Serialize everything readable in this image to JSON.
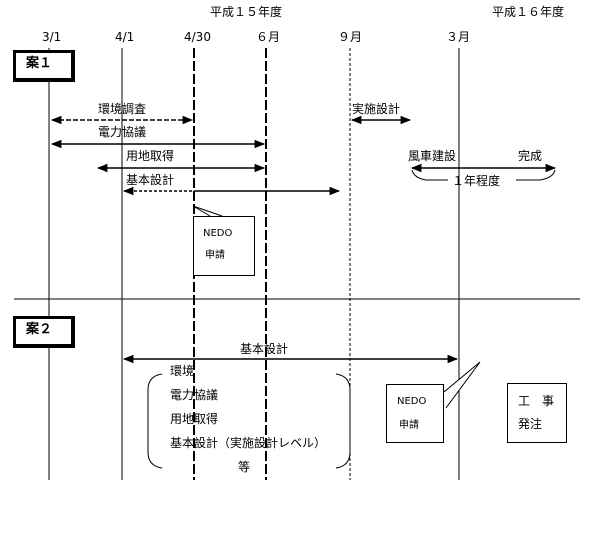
{
  "header": {
    "fy15": "平成１５年度",
    "fy16": "平成１６年度"
  },
  "timeline": {
    "m_3_1": "3/1",
    "m_4_1": "4/1",
    "m_4_30": "4/30",
    "m_6": "６月",
    "m_9": "９月",
    "m_3": "３月"
  },
  "plan1": {
    "title": "案１",
    "env_survey": "環境調査",
    "detailed_design": "実施設計",
    "power_consult": "電力協議",
    "land_acq": "用地取得",
    "basic_design": "基本設計",
    "windmill": "風車建設",
    "complete": "完成",
    "one_year": "１年程度",
    "nedo": "NEDO",
    "apply": "申請"
  },
  "plan2": {
    "title": "案２",
    "basic_design": "基本設計",
    "items": [
      "環境",
      "電力協議",
      "用地取得",
      "基本設計（実施設計レベル）",
      "等"
    ],
    "nedo": "NEDO",
    "apply": "申請",
    "construction": "工　事",
    "order": "発注"
  }
}
